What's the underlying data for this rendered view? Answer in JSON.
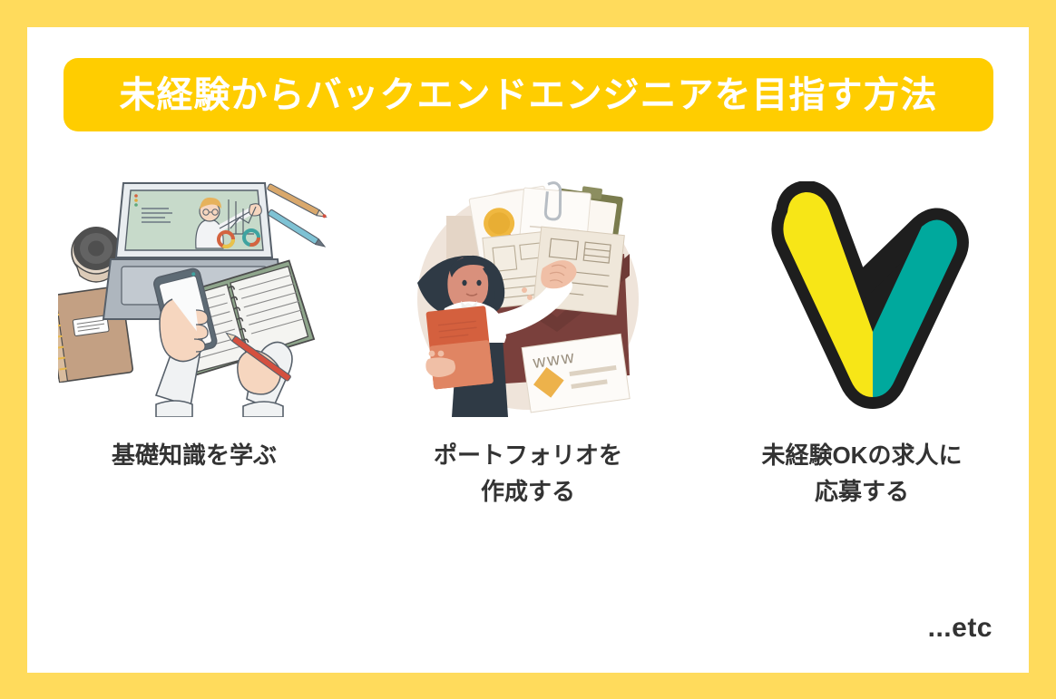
{
  "page": {
    "background_color": "#FFDB5C",
    "card_color": "#FFFFFF"
  },
  "header": {
    "title": "未経験からバックエンドエンジニアを目指す方法",
    "pill_color": "#FFCD00",
    "title_color": "#FFFFFF"
  },
  "steps": [
    {
      "id": "learn-basics",
      "caption": "基礎知識を学ぶ",
      "illustration": "online-learning-desk-illustration",
      "colors": {
        "screen_bg": "#C9DCC9",
        "laptop": "#AEB6BE",
        "notebook_cover": "#C0A185",
        "coffee_lid": "#4A4A4A",
        "diary_cover": "#8FA68C"
      }
    },
    {
      "id": "create-portfolio",
      "caption": "ポートフォリオを\n作成する",
      "illustration": "woman-with-portfolio-documents-illustration",
      "colors": {
        "circle_bg": "#EFE4DA",
        "envelope": "#7A403C",
        "folder": "#D4603E",
        "hair_skirt": "#2F3A45",
        "blouse": "#FFFFFF",
        "badge": "#F0B840",
        "ribbon": "#D9543A"
      }
    },
    {
      "id": "apply-to-jobs",
      "caption": "未経験OKの求人に\n応募する",
      "illustration": "shoshinsha-beginner-mark-icon",
      "colors": {
        "left_half": "#F7E617",
        "right_half": "#00A99D",
        "outline": "#1E1E1E"
      }
    }
  ],
  "footer": {
    "etc_label": "...etc",
    "etc_color": "#333333"
  }
}
